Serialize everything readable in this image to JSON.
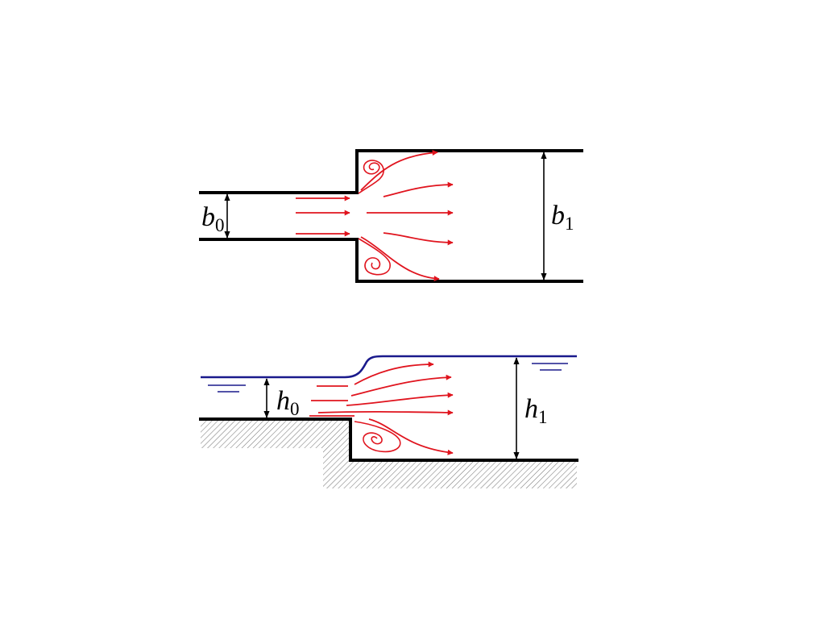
{
  "plan_view": {
    "narrow_width_label": {
      "symbol": "b",
      "subscript": "0"
    },
    "wide_width_label": {
      "symbol": "b",
      "subscript": "1"
    }
  },
  "profile_view": {
    "upstream_depth_label": {
      "symbol": "h",
      "subscript": "0"
    },
    "downstream_depth_label": {
      "symbol": "h",
      "subscript": "1"
    }
  },
  "colors": {
    "walls": "#000000",
    "streamlines": "#e0141e",
    "water_surface": "#1a1a8c",
    "bed_hatch": "#7a7a7a"
  }
}
